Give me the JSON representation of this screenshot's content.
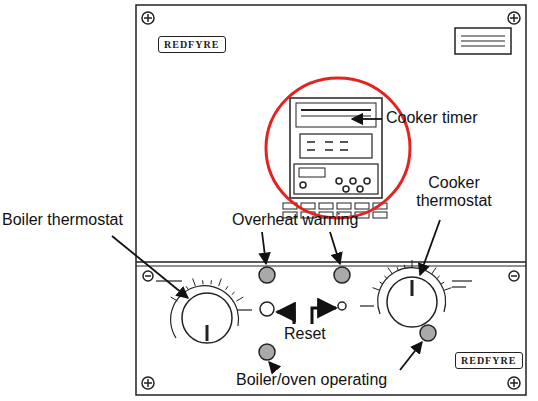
{
  "diagram": {
    "nodes": [
      {
        "text": [
          "REDFYRE"
        ]
      },
      {
        "text": [
          "REDFYRE"
        ]
      }
    ],
    "labels": [
      "Cooker timer",
      "Boiler thermostat",
      "Overheat warning",
      "Cooker thermostat",
      "Reset",
      "Boiler/oven operating"
    ]
  }
}
